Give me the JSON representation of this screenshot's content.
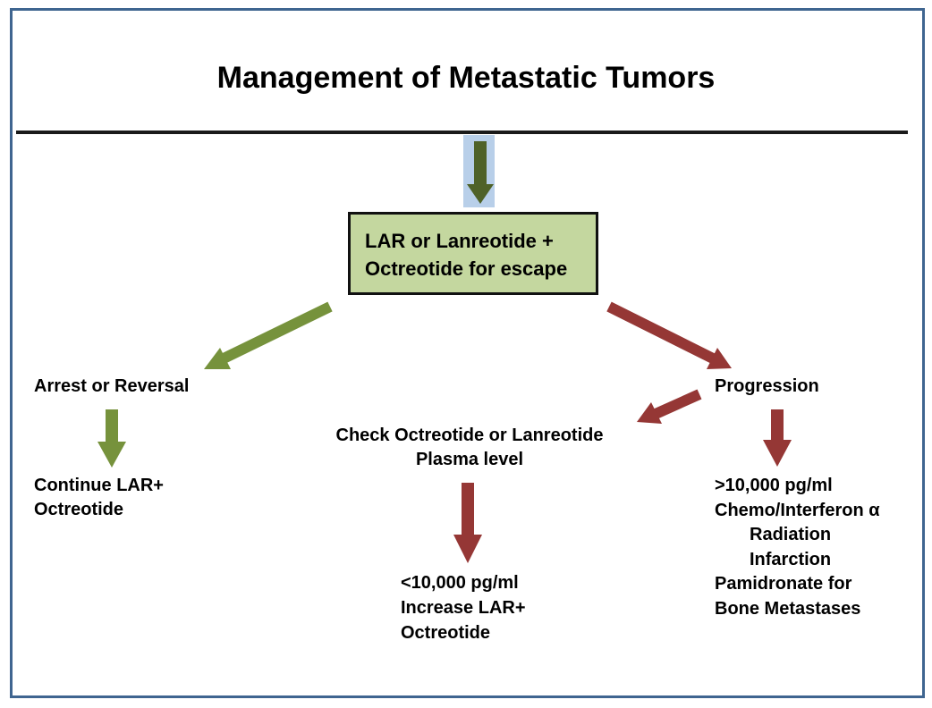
{
  "title": "Management of Metastatic Tumors",
  "colors": {
    "green": "#76923c",
    "red": "#953735",
    "dark_green": "#4f6228",
    "box_fill": "#c4d79f",
    "frame": "#3f6590"
  },
  "box": {
    "lines": [
      "LAR or Lanreotide +",
      "Octreotide for escape"
    ]
  },
  "left_branch": {
    "label": "Arrest or Reversal",
    "result_lines": [
      "Continue LAR+",
      "Octreotide"
    ]
  },
  "middle_branch": {
    "label_lines": [
      "Check Octreotide or Lanreotide",
      "Plasma level"
    ],
    "result_lines": [
      "<10,000 pg/ml",
      "Increase LAR+",
      "Octreotide"
    ]
  },
  "right_branch": {
    "label": "Progression",
    "result_lines": [
      ">10,000 pg/ml",
      "Chemo/Interferon α",
      "Radiation",
      "Infarction",
      "Pamidronate for",
      "Bone Metastases"
    ]
  }
}
